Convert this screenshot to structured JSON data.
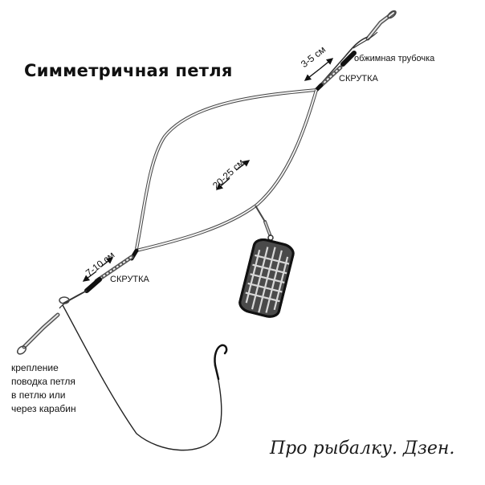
{
  "title": "Симметричная петля",
  "labels": {
    "top_length": "3-5 см",
    "crimp_sleeve": "обжимная трубочка",
    "twist_top": "СКРУТКА",
    "loop_length": "20-25 см",
    "bottom_length": "7-10 см",
    "twist_bottom": "СКРУТКА",
    "attachment_lines": [
      "крепление",
      "поводка петля",
      "в петлю или",
      "через карабин"
    ]
  },
  "signature": "Про рыбалку. Дзен.",
  "colors": {
    "background": "#ffffff",
    "ink": "#111111",
    "line_gray": "#777777"
  },
  "icons": [
    "swivel-icon",
    "hook-icon",
    "feeder-cage-icon",
    "crimp-sleeve-icon",
    "arrow-icon"
  ]
}
